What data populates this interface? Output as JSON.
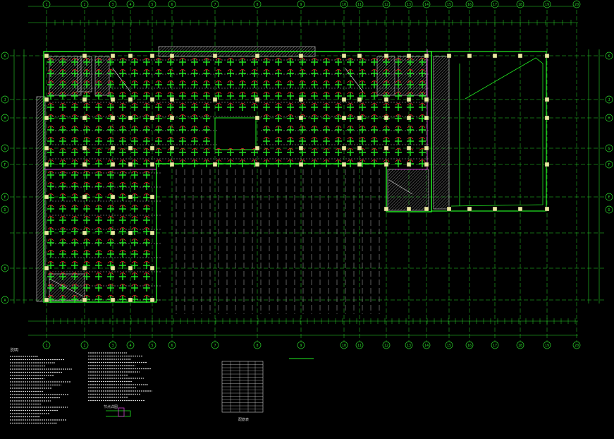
{
  "drawing": {
    "background": "#000000",
    "colors": {
      "grid": "#2bd62b",
      "column": "#e8e8a0",
      "slab": "#22ee22",
      "rebar": "#ff2a2a",
      "beam": "#e8e8e8",
      "wall_hatch": "#a8a8a8",
      "magenta": "#d040d0",
      "note": "#cfcfcf"
    },
    "column_axes": [
      "1",
      "2",
      "3",
      "4",
      "5",
      "6",
      "7",
      "8",
      "9",
      "10",
      "11",
      "12",
      "13",
      "14",
      "15",
      "16",
      "17",
      "18",
      "19",
      "20"
    ],
    "row_axes": [
      "K",
      "J",
      "H",
      "G",
      "F",
      "E",
      "D",
      "B",
      "A"
    ],
    "notes_heading": "说明",
    "table_caption": "配筋表",
    "detail_caption": "节点详图"
  }
}
